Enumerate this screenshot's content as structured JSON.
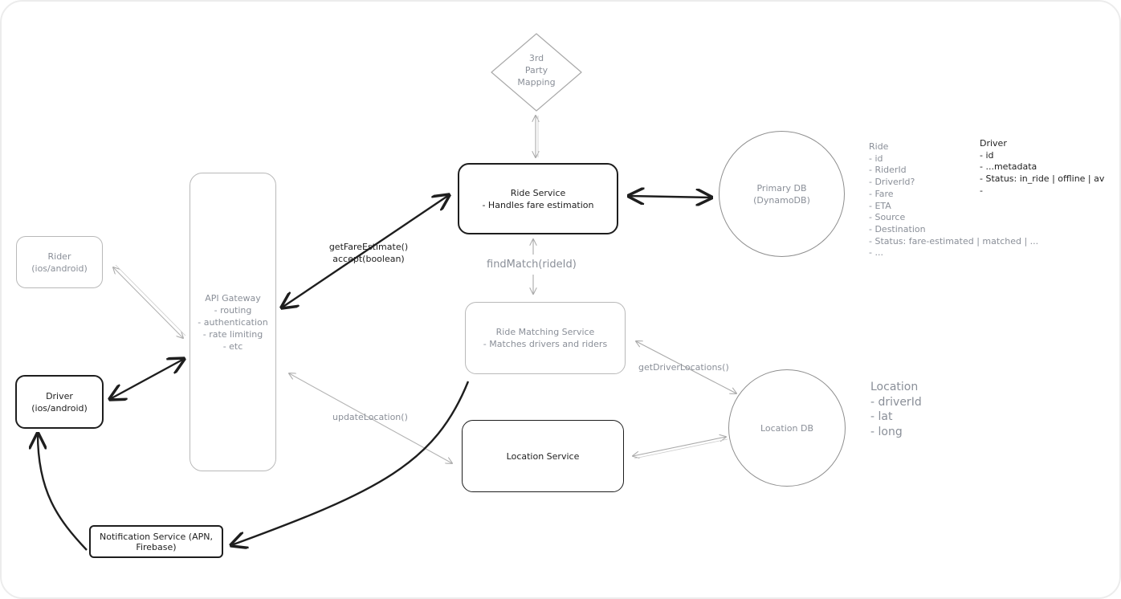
{
  "nodes": {
    "rider": {
      "title": "Rider",
      "subtitle": "(ios/android)"
    },
    "driver": {
      "title": "Driver",
      "subtitle": "(ios/android)"
    },
    "api_gateway": {
      "title": "API Gateway",
      "lines": [
        "- routing",
        "- authentication",
        "- rate limiting",
        "- etc"
      ]
    },
    "third_party": {
      "lines": [
        "3rd",
        "Party",
        "Mapping"
      ]
    },
    "ride_service": {
      "title": "Ride Service",
      "subtitle": "- Handles fare estimation"
    },
    "primary_db": {
      "title": "Primary DB",
      "subtitle": "(DynamoDB)"
    },
    "ride_matching": {
      "title": "Ride Matching Service",
      "subtitle": "- Matches drivers and riders"
    },
    "location_service": {
      "title": "Location Service"
    },
    "location_db": {
      "title": "Location DB"
    },
    "notification": {
      "line1": "Notification Service (APN,",
      "line2": "Firebase)"
    }
  },
  "edge_labels": {
    "api_to_ride_1": "getFareEstimate()",
    "api_to_ride_2": "accept(boolean)",
    "find_match": "findMatch(rideId)",
    "get_driver_locations": "getDriverLocations()",
    "update_location": "updateLocation()"
  },
  "schemas": {
    "ride": {
      "title": "Ride",
      "fields": [
        "- id",
        "- RiderId",
        "- DriverId?",
        "- Fare",
        "- ETA",
        "- Source",
        "- Destination",
        "- Status: fare-estimated | matched | ...",
        "- ..."
      ]
    },
    "driver": {
      "title": "Driver",
      "fields": [
        "- id",
        "- ...metadata",
        "- Status: in_ride | offline | av",
        "-"
      ]
    },
    "location": {
      "title": "Location",
      "fields": [
        "- driverId",
        "- lat",
        "- long"
      ]
    }
  },
  "colors": {
    "dark": "#1e1e1e",
    "grey_text": "#8a8f98",
    "light_stroke": "#b9b9b9"
  }
}
